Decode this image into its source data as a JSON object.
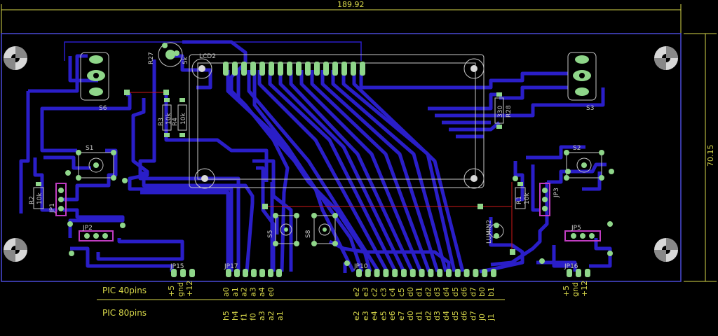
{
  "dimensions": {
    "width": "189.92",
    "height": "70.15"
  },
  "components": {
    "lcd": "LCD2",
    "s6": "S6",
    "s3": "S3",
    "s1": "S1",
    "s2": "S2",
    "s5": "S5",
    "s8": "S8",
    "r27": "R27",
    "r27_val": "5k",
    "r3": "R3",
    "r3_val": "10k",
    "r4": "R4",
    "r4_val": "10k",
    "r28": "R28",
    "r28_val": "330",
    "r2": "R2",
    "r2_val": "10k",
    "r1": "R1",
    "r1_val": "10k",
    "jp1": "JP1",
    "jp2": "JP2",
    "jp3": "JP3",
    "jp5": "JP5",
    "lumin2": "LUMIN2",
    "jp15": "JP15",
    "jp17": "JP17",
    "jp10": "JP10",
    "jp16": "JP16"
  },
  "rows": {
    "pic40": "PIC 40pins",
    "pic80": "PIC 80pins"
  },
  "pins": {
    "jp15": [
      "+5",
      "gnd",
      "+12"
    ],
    "jp17_40": [
      "a0",
      "a1",
      "a2",
      "a3",
      "a4",
      "e0"
    ],
    "jp17_80": [
      "h5",
      "h4",
      "f1",
      "f0",
      "a3",
      "a2",
      "a1"
    ],
    "jp10_40": [
      "e2",
      "e3",
      "c2",
      "c3",
      "c4",
      "c5",
      "d0",
      "d1",
      "d2",
      "d3",
      "d4",
      "d5",
      "d6",
      "d7",
      "b0",
      "b1"
    ],
    "jp10_80": [
      "e2",
      "e3",
      "e4",
      "e5",
      "e6",
      "e7",
      "d0",
      "d1",
      "d2",
      "d3",
      "d4",
      "d5",
      "d6",
      "d7",
      "j0",
      "j1"
    ],
    "jp16": [
      "+5",
      "gnd",
      "+12"
    ]
  },
  "colors": {
    "trace": "#2a1ec8",
    "pad": "#8fd68a",
    "outline": "#4a4ad8",
    "dimension": "#d8d84a",
    "silk": "#c8c8c8",
    "airwire": "#d01818",
    "jumper_box": "#c03cc0"
  }
}
